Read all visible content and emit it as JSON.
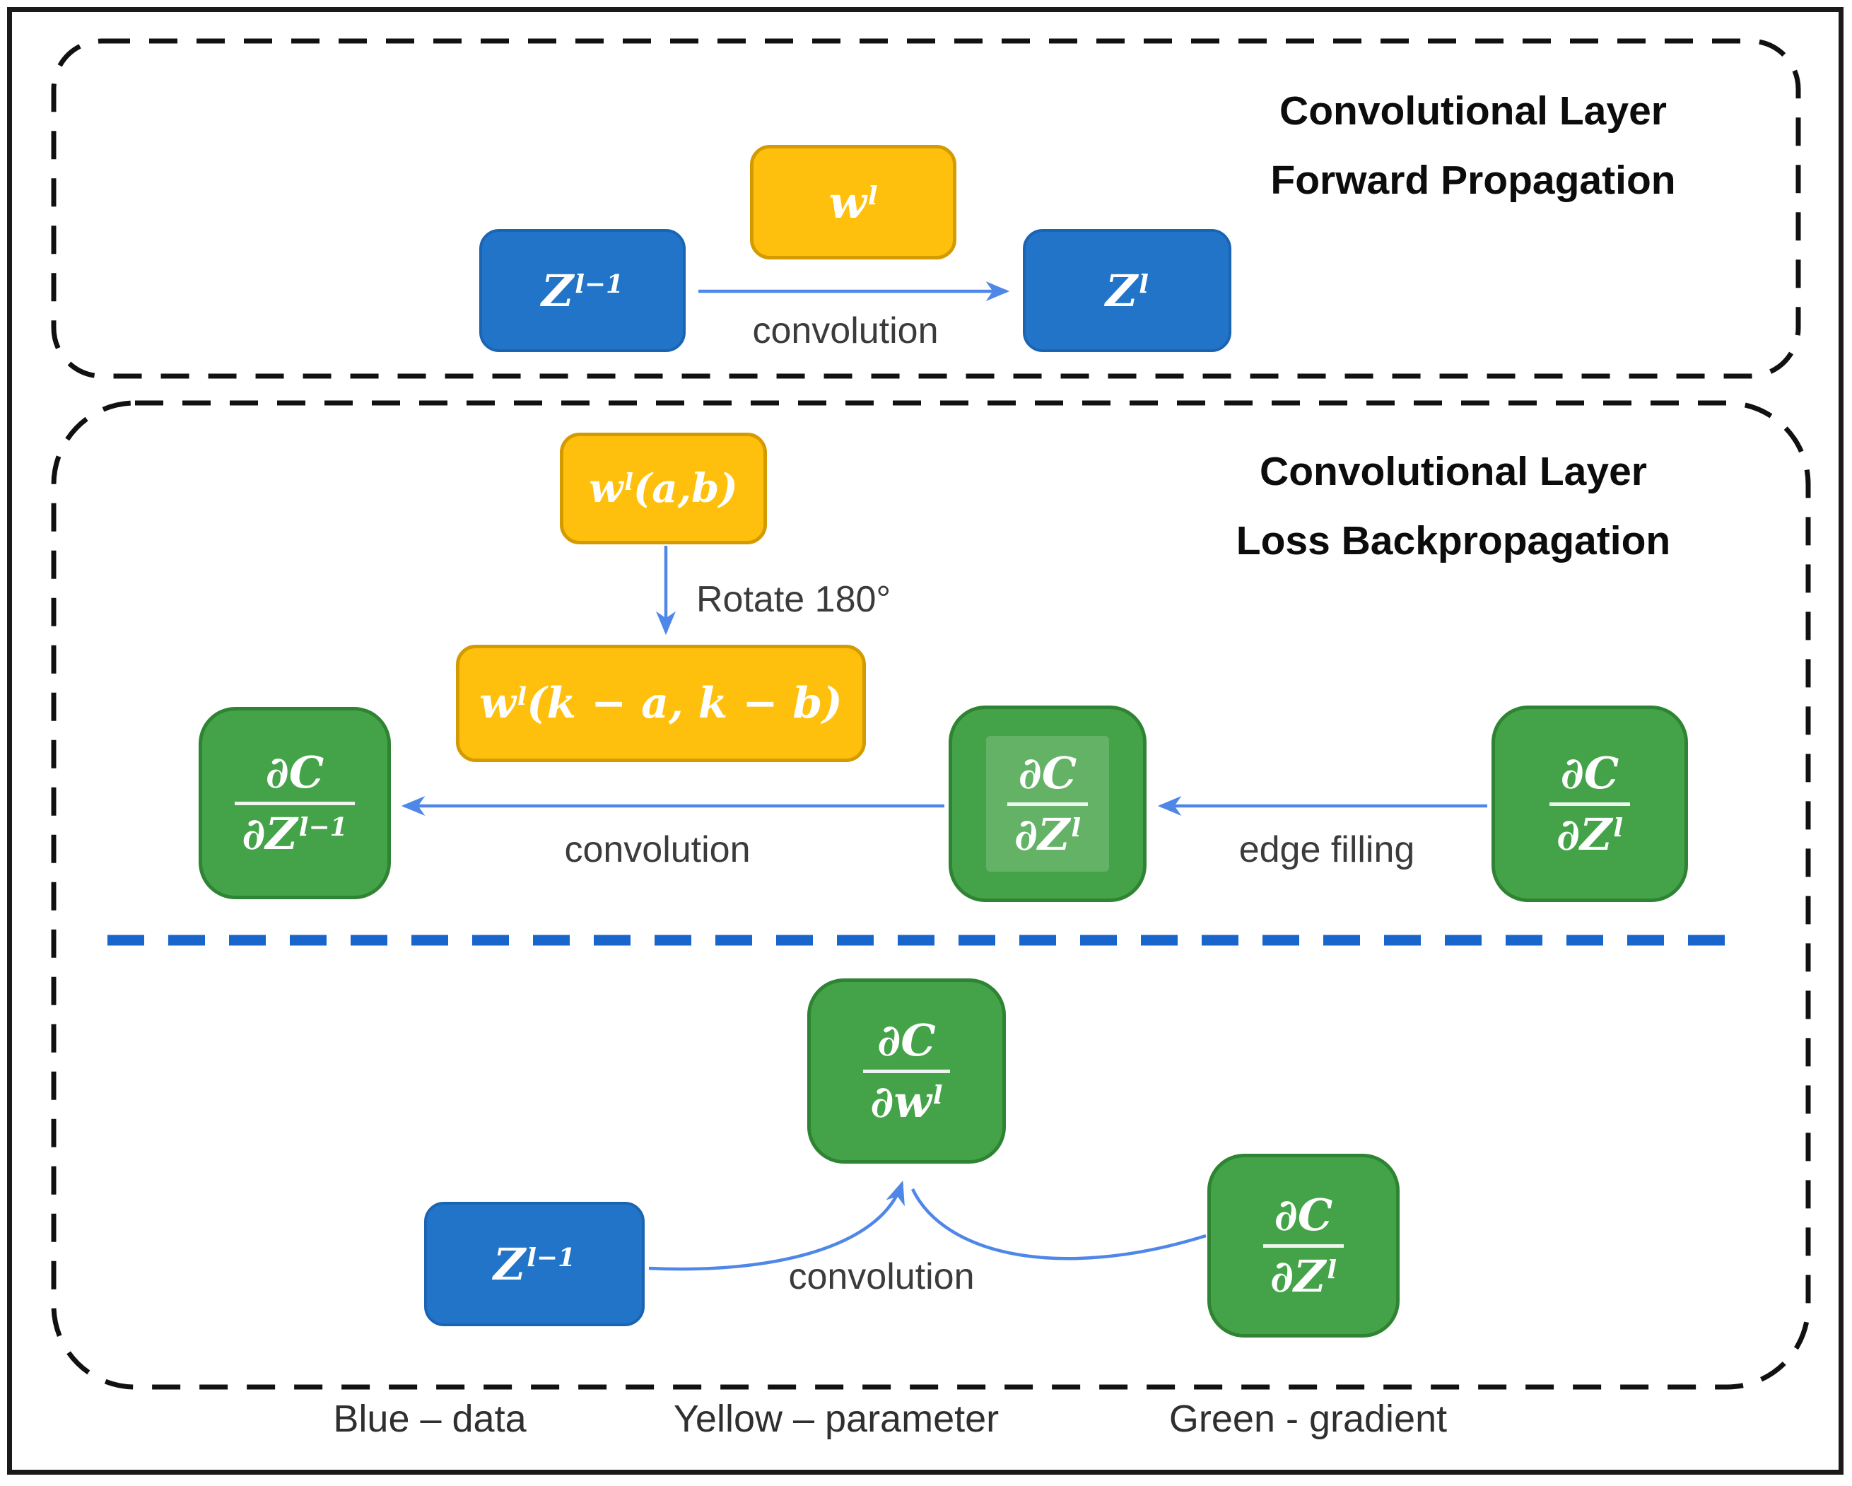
{
  "colors": {
    "blue_fill": "#2274C8",
    "blue_border": "#1B64B4",
    "yellow_fill": "#FFC00D",
    "yellow_border": "#D49B00",
    "green_fill": "#44A348",
    "green_border": "#2E8433",
    "arrow_blue": "#4F87E8",
    "divider_blue": "#1866CC",
    "label_gray": "#3B3B3B"
  },
  "forward": {
    "title1": "Convolutional Layer",
    "title2": "Forward Propagation",
    "weight": {
      "base": "w",
      "sup": "l"
    },
    "input": {
      "base": "Z",
      "sup": "l−1"
    },
    "output": {
      "base": "Z",
      "sup": "l"
    },
    "conv_label": "convolution"
  },
  "backward": {
    "title1": "Convolutional Layer",
    "title2": "Loss Backpropagation",
    "kernel": {
      "base": "w",
      "sup": "l",
      "rest": "(a,b)"
    },
    "rotate_label": "Rotate 180°",
    "kernel_rot": {
      "base": "w",
      "sup": "l",
      "rest": "(k − a, k − b)"
    },
    "grad_prev": {
      "num": "∂C",
      "den": "∂Z",
      "den_sup": "l−1"
    },
    "grad_mid": {
      "num": "∂C",
      "den": "∂Z",
      "den_sup": "l"
    },
    "grad_out": {
      "num": "∂C",
      "den": "∂Z",
      "den_sup": "l"
    },
    "conv_label": "convolution",
    "edge_label": "edge filling"
  },
  "weight_grad": {
    "grad_w": {
      "num": "∂C",
      "den": "∂w",
      "den_sup": "l"
    },
    "input": {
      "base": "Z",
      "sup": "l−1"
    },
    "grad_out": {
      "num": "∂C",
      "den": "∂Z",
      "den_sup": "l"
    },
    "conv_label": "convolution"
  },
  "legend": {
    "blue": "Blue – data",
    "yellow": "Yellow – parameter",
    "green": "Green - gradient"
  }
}
